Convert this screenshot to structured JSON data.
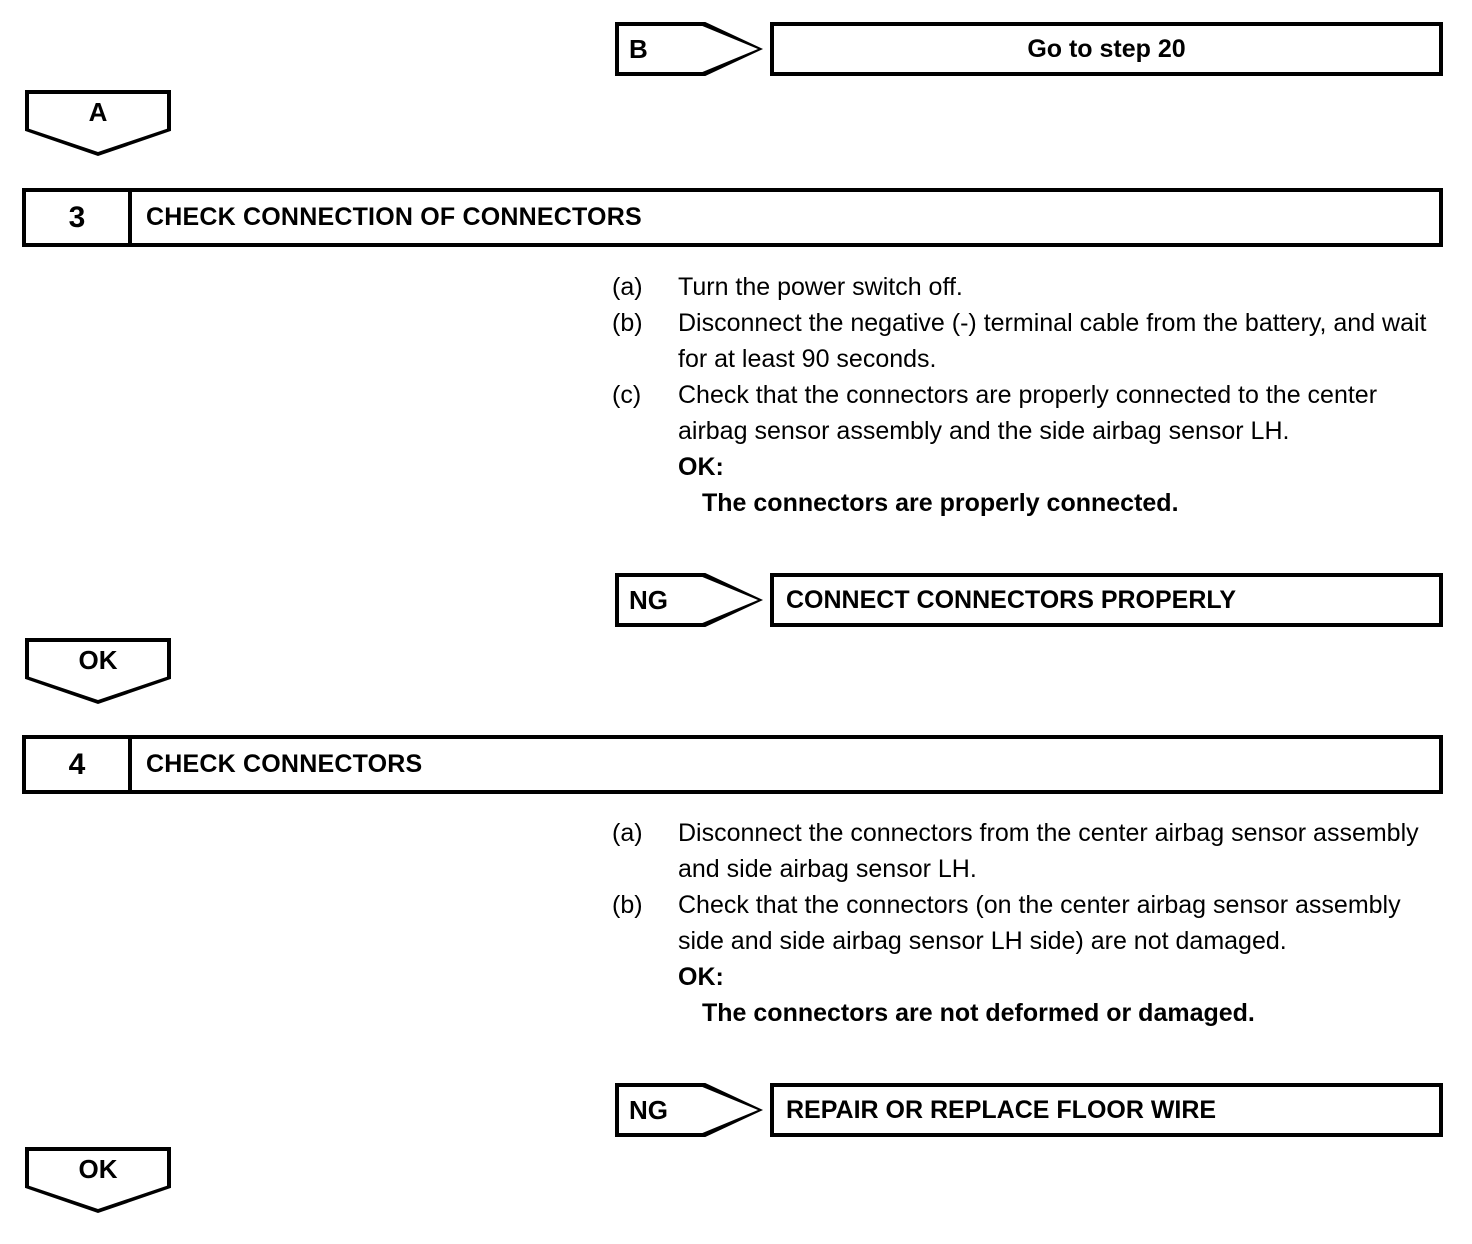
{
  "document": {
    "type": "troubleshooting-flowchart",
    "title": "Airbag sensor connector inspection flowchart"
  },
  "connectors": {
    "a_flag": "A",
    "ok_flag_1": "OK",
    "ok_flag_2": "OK",
    "b_tag": "B",
    "ng_tag_1": "NG",
    "ng_tag_2": "NG"
  },
  "top_branch": {
    "tag": "B",
    "result": "Go to step 20"
  },
  "steps": [
    {
      "number": "3",
      "title": "CHECK CONNECTION OF CONNECTORS",
      "items": [
        {
          "label": "(a)",
          "text": "Turn the power switch off."
        },
        {
          "label": "(b)",
          "text": "Disconnect the negative (-) terminal cable from the battery, and wait for at least 90 seconds."
        },
        {
          "label": "(c)",
          "text": "Check that the connectors are properly connected to the center airbag sensor assembly and the side airbag sensor LH."
        }
      ],
      "ok_head": "OK:",
      "ok_value": "The connectors are properly connected.",
      "ng_tag": "NG",
      "ng_result": "CONNECT CONNECTORS PROPERLY"
    },
    {
      "number": "4",
      "title": "CHECK CONNECTORS",
      "items": [
        {
          "label": "(a)",
          "text": "Disconnect the connectors from the center airbag sensor assembly and side airbag sensor LH."
        },
        {
          "label": "(b)",
          "text": "Check that the connectors (on the center airbag sensor assembly side and side airbag sensor LH side) are not damaged."
        }
      ],
      "ok_head": "OK:",
      "ok_value": "The connectors are not deformed or damaged.",
      "ng_tag": "NG",
      "ng_result": "REPAIR OR REPLACE FLOOR WIRE"
    }
  ],
  "colors": {
    "ink": "#000000",
    "paper": "#ffffff"
  }
}
